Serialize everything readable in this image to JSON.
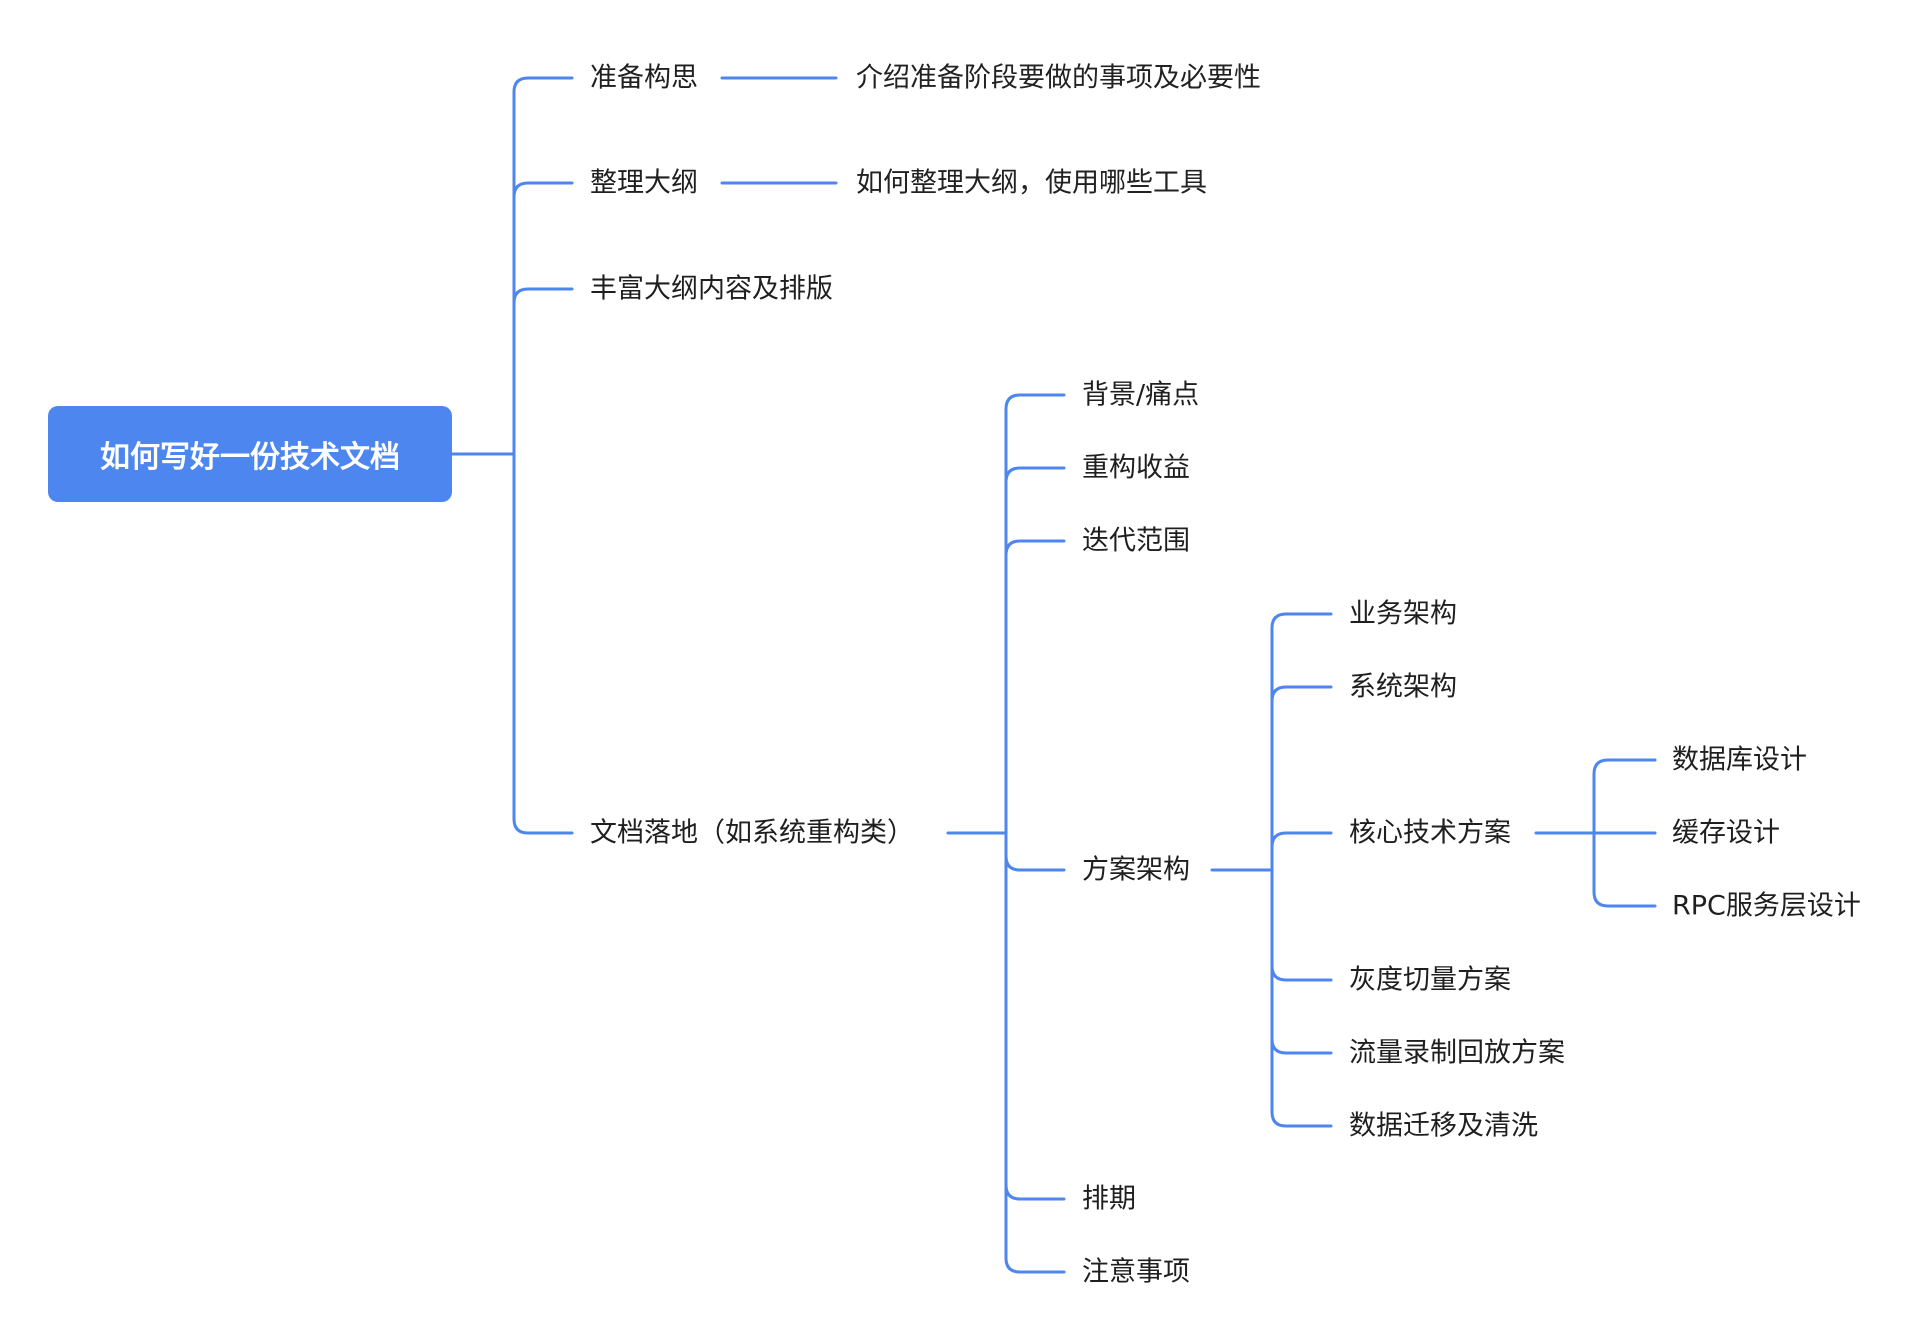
{
  "colors": {
    "line": "#4e86f0",
    "root_fill": "#4e86f0",
    "root_text": "#ffffff",
    "text": "#1f1f1f"
  },
  "root": {
    "label": "如何写好一份技术文档"
  },
  "branches": [
    {
      "label": "准备构思",
      "detail": "介绍准备阶段要做的事项及必要性"
    },
    {
      "label": "整理大纲",
      "detail": "如何整理大纲，使用哪些工具"
    },
    {
      "label": "丰富大纲内容及排版"
    },
    {
      "label": "文档落地（如系统重构类）",
      "children": [
        {
          "label": "背景/痛点"
        },
        {
          "label": "重构收益"
        },
        {
          "label": "迭代范围"
        },
        {
          "label": "方案架构",
          "children": [
            {
              "label": "业务架构"
            },
            {
              "label": "系统架构"
            },
            {
              "label": "核心技术方案",
              "children": [
                {
                  "label": "数据库设计"
                },
                {
                  "label": "缓存设计"
                },
                {
                  "label": "RPC服务层设计"
                }
              ]
            },
            {
              "label": "灰度切量方案"
            },
            {
              "label": "流量录制回放方案"
            },
            {
              "label": "数据迁移及清洗"
            }
          ]
        },
        {
          "label": "排期"
        },
        {
          "label": "注意事项"
        }
      ]
    }
  ]
}
